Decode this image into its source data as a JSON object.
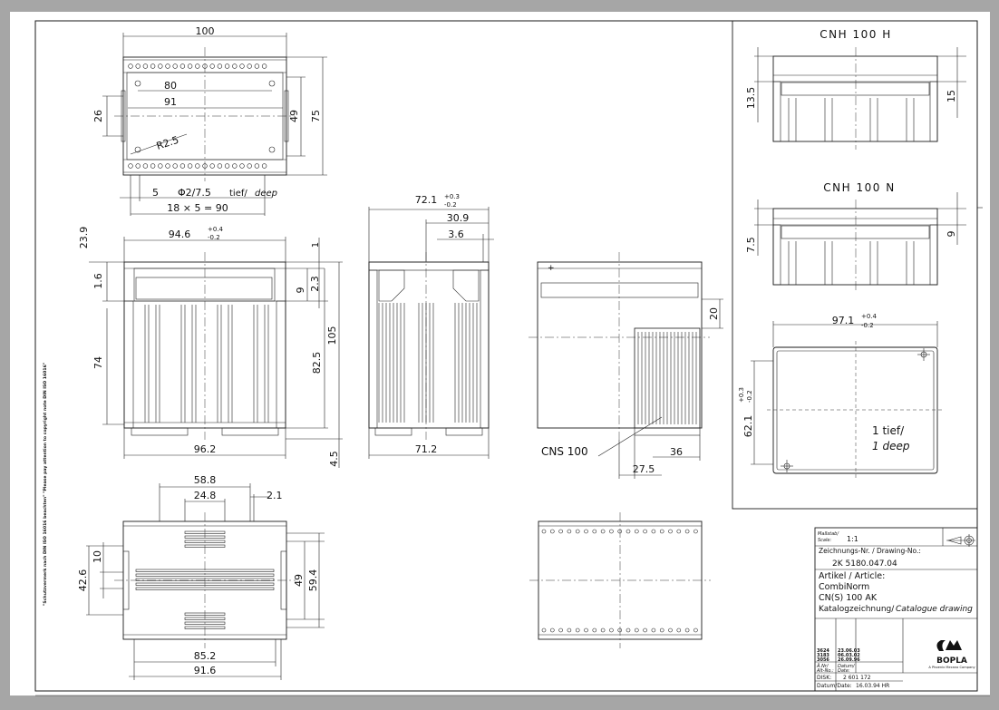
{
  "colors": {
    "background": "#a6a6a6",
    "paper": "#ffffff",
    "ink": "#1a1a1a"
  },
  "side_note": "\"Schutzvermerk nach DIN ISO 16016 beachten\" \"Please pay attention to copyright note DIN ISO 16016\"",
  "top_view": {
    "dim_100": "100",
    "dim_80": "80",
    "dim_91": "91",
    "dim_26": "26",
    "dim_49": "49",
    "dim_75": "75",
    "radius": "R2.5",
    "dim_5": "5",
    "hole": "Φ2/7.5",
    "hole_tief": "tief/",
    "hole_deep": "deep",
    "pitch": "18 × 5 = 90"
  },
  "front_view": {
    "dim_23_9": "23.9",
    "dim_1": "1",
    "dim_94_6": "94.6",
    "dim_94_6_tol_upper": "+0.4",
    "dim_94_6_tol_lower": "-0.2",
    "dim_1_6": "1.6",
    "dim_9": "9",
    "dim_2_3": "2.3",
    "dim_74": "74",
    "dim_82_5": "82.5",
    "dim_105": "105",
    "dim_96_2": "96.2",
    "dim_4_5": "4.5"
  },
  "section_view": {
    "dim_72_1": "72.1",
    "dim_72_1_tol_upper": "+0.3",
    "dim_72_1_tol_lower": "-0.2",
    "dim_30_9": "30.9",
    "dim_3_6": "3.6",
    "dim_71_2": "71.2"
  },
  "side_view": {
    "dim_20": "20",
    "label_cns": "CNS 100",
    "dim_36": "36",
    "dim_27_5": "27.5"
  },
  "bottom_view": {
    "dim_58_8": "58.8",
    "dim_24_8": "24.8",
    "dim_2_1": "2.1",
    "dim_10": "10",
    "dim_42_6": "42.6",
    "dim_49": "49",
    "dim_59_4": "59.4",
    "dim_85_2": "85.2",
    "dim_91_6": "91.6"
  },
  "cover_h": {
    "title": "CNH 100 H",
    "dim_13_5": "13.5",
    "dim_15": "15"
  },
  "cover_n": {
    "title": "CNH 100 N",
    "dim_7_5": "7.5",
    "dim_9": "9"
  },
  "cover_top": {
    "dim_97_1": "97.1",
    "dim_97_1_tol_upper": "+0.4",
    "dim_97_1_tol_lower": "-0.2",
    "dim_62_1": "62.1",
    "dim_62_1_tol_upper": "+0.3",
    "dim_62_1_tol_lower": "-0.2",
    "note_tief": "1 tief/",
    "note_deep": "1 deep"
  },
  "title_block": {
    "scale_label_de": "Maßstab/",
    "scale_label_en": "Scale:",
    "scale_value": "1:1",
    "drawing_label": "Zeichnungs-Nr. / Drawing-No.:",
    "drawing_no": "2K 5180.047.04",
    "article_label": "Artikel / Article:",
    "article_line1": "CombiNorm",
    "article_line2": "CN(S) 100 AK",
    "catalogue_de": "Katalogzeichnung/",
    "catalogue_en": "Catalogue drawing",
    "rev1_no": "3624",
    "rev1_date": "23.06.03",
    "rev2_no": "3183",
    "rev2_date": "06.03.02",
    "rev3_no": "3056",
    "rev3_date": "26.09.96",
    "aend_de": "Ä.Nr/",
    "aend_en": "Alt-No.:",
    "datum_de": "Datum/",
    "datum_en": "Date:",
    "disk_label": "DISK:",
    "disk_value": "2 601 172",
    "date_label": "Datum/Date:",
    "date_value": "16.03.94 HR",
    "company": "BOPLA",
    "company_sub": "A Phoenix Mecano Company"
  }
}
